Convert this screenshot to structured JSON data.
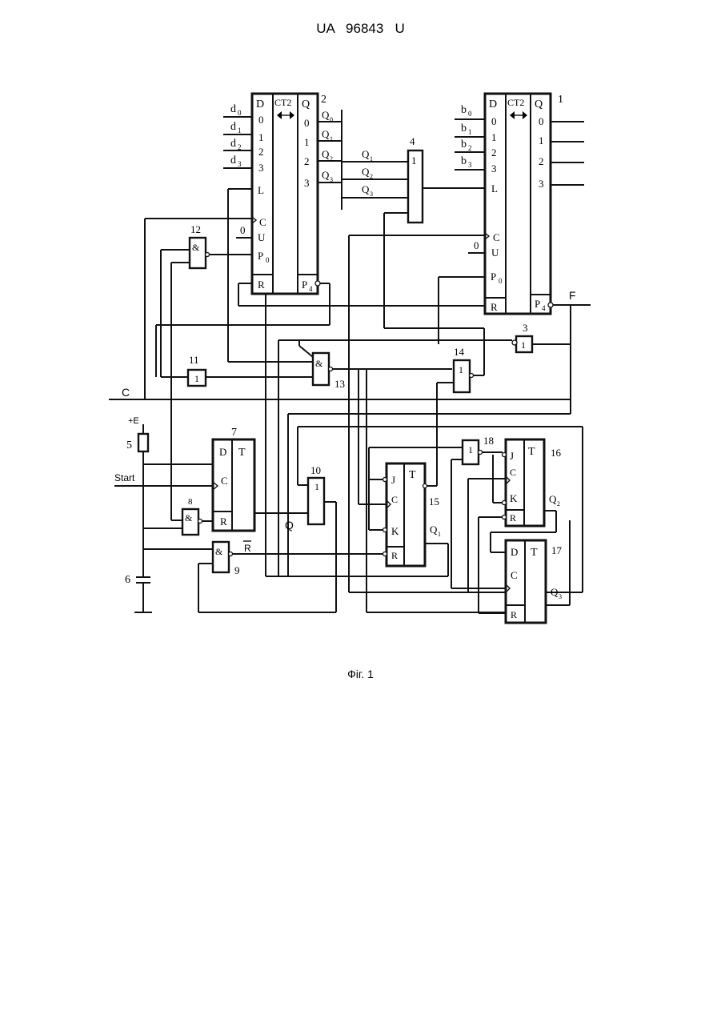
{
  "header": {
    "doc_number": "UA   96843   U"
  },
  "caption": "Фіг. 1",
  "counters": {
    "c2": {
      "number": "2",
      "type": "CT2",
      "pin_D": "D",
      "pin_Q": "Q",
      "inputs": [
        "0",
        "1",
        "2",
        "3"
      ],
      "outputs": [
        "0",
        "1",
        "2",
        "3"
      ],
      "pin_L": "L",
      "pin_C": "C",
      "pin_U": "U",
      "pin_P0": "P",
      "pin_P0_sub": "0",
      "pin_R": "R",
      "pin_P4": "P",
      "pin_P4_sub": "4"
    },
    "c1": {
      "number": "1",
      "type": "CT2",
      "pin_D": "D",
      "pin_Q": "Q",
      "inputs": [
        "0",
        "1",
        "2",
        "3"
      ],
      "outputs": [
        "0",
        "1",
        "2",
        "3"
      ],
      "pin_L": "L",
      "pin_C": "C",
      "pin_U": "U",
      "pin_P0": "P",
      "pin_P0_sub": "0",
      "pin_R": "R",
      "pin_P4": "P",
      "pin_P4_sub": "4"
    }
  },
  "signals": {
    "d": [
      "d",
      "d",
      "d",
      "d"
    ],
    "d_sub": [
      "0",
      "1",
      "2",
      "3"
    ],
    "b": [
      "b",
      "b",
      "b",
      "b"
    ],
    "b_sub": [
      "0",
      "1",
      "2",
      "3"
    ],
    "qa": [
      "Q",
      "Q",
      "Q",
      "Q"
    ],
    "qa_sub": [
      "0",
      "1",
      "2",
      "3"
    ],
    "qb": [
      "Q",
      "Q",
      "Q"
    ],
    "qb_sub": [
      "1",
      "2",
      "3"
    ],
    "zero": "0",
    "F": "F",
    "C": "C",
    "plusE": "+E",
    "start": "Start",
    "Q": "Q",
    "Rbar": "R",
    "Q1": "Q",
    "Q1_sub": "1",
    "Q2": "Q",
    "Q2_sub": "2",
    "Q3": "Q",
    "Q3_sub": "3"
  },
  "gates": {
    "g4": {
      "number": "4",
      "symbol": "1"
    },
    "g3": {
      "number": "3",
      "symbol": "1"
    },
    "g12": {
      "number": "12",
      "symbol": "&"
    },
    "g11": {
      "number": "11",
      "symbol": "1"
    },
    "g13": {
      "number": "13",
      "symbol": "&"
    },
    "g14": {
      "number": "14",
      "symbol": "1"
    },
    "g8": {
      "number": "8",
      "symbol": "&"
    },
    "g9": {
      "number": "9",
      "symbol": "&"
    },
    "g10": {
      "number": "10",
      "symbol": "1"
    },
    "g18": {
      "number": "18",
      "symbol": "1"
    }
  },
  "flipflops": {
    "ff7": {
      "number": "7",
      "type": "T",
      "pins": [
        "D",
        "C",
        "R"
      ]
    },
    "ff15": {
      "number": "15",
      "type": "T",
      "pins": [
        "J",
        "C",
        "K",
        "R"
      ]
    },
    "ff16": {
      "number": "16",
      "type": "T",
      "pins": [
        "J",
        "C",
        "K",
        "R"
      ]
    },
    "ff17": {
      "number": "17",
      "type": "T",
      "pins": [
        "D",
        "C",
        "R"
      ]
    }
  },
  "components": {
    "resistor": "5",
    "capacitor": "6"
  }
}
